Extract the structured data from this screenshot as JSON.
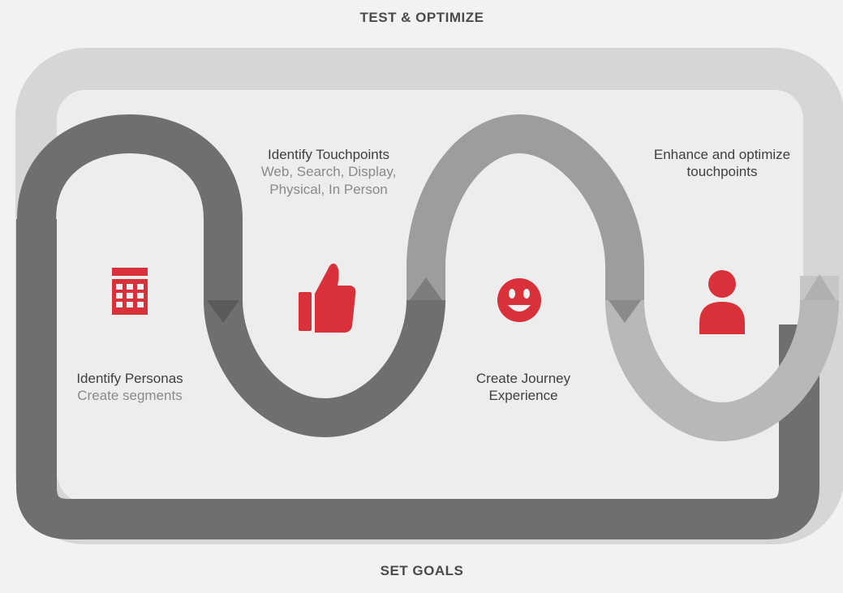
{
  "title_top": "TEST & OPTIMIZE",
  "title_bottom": "SET GOALS",
  "steps": [
    {
      "title": "Identify Personas",
      "subtitle": "Create segments",
      "icon": "calendar-icon"
    },
    {
      "title": "Identify Touchpoints",
      "subtitle_lines": [
        "Web, Search, Display,",
        "Physical, In Person"
      ],
      "icon": "thumbs-up-icon"
    },
    {
      "title_lines": [
        "Create Journey",
        "Experience"
      ],
      "icon": "smiley-icon"
    },
    {
      "title_lines": [
        "Enhance and optimize",
        "touchpoints"
      ],
      "icon": "person-icon"
    }
  ],
  "colors": {
    "background": "#f2f2f2",
    "loop_light": "#d9d9d9",
    "inner_panel": "#ededed",
    "band_dark": "#6e6e6e",
    "band_mid": "#9b9b9b",
    "band_light": "#b8b8b8",
    "accent_red": "#d8313a"
  }
}
